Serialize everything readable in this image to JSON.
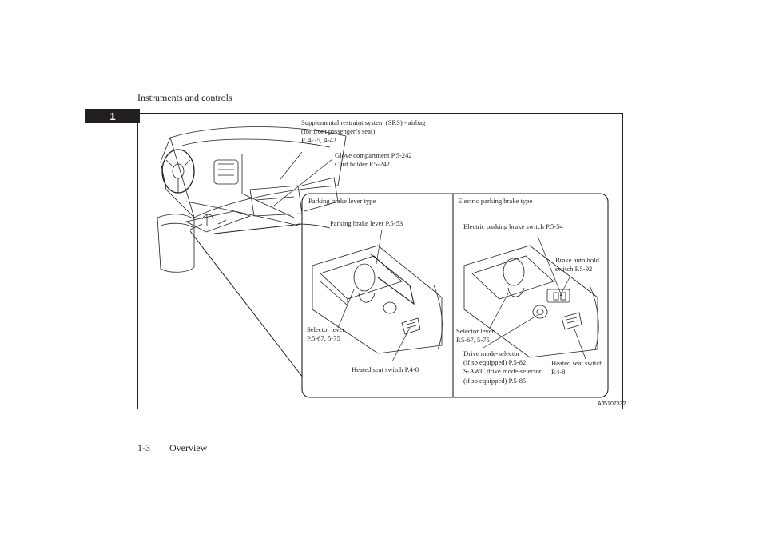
{
  "header": {
    "section_title": "Instruments and controls"
  },
  "chapter_tab": {
    "number": "1"
  },
  "figure": {
    "callouts": {
      "srs_airbag": "Supplemental restraint system (SRS) - airbag\n(for front passenger’s seat)\nP. 4-35, 4-42",
      "glove_compartment": "Glove compartment P.5-242\nCard holder P.5-242",
      "pb_lever_type": "Parking brake lever type",
      "pb_lever": "Parking brake lever P.5-53",
      "selector_left": "Selector lever\nP.5-67, 5-75",
      "heated_seat_left": "Heated seat switch P.4-8",
      "epb_type": "Electric parking brake type",
      "epb_switch": "Electric parking brake switch P.5-54",
      "brake_auto_hold": "Brake auto hold\nswitch P.5-92",
      "selector_right": "Selector lever\nP.5-67, 5-75",
      "drive_mode": "Drive mode-selector\n(if so equipped) P.5-82\nS-AWC drive mode-selector\n(if so equipped) P.5-85",
      "heated_seat_right": "Heated seat switch\nP.4-8"
    },
    "figure_id": "AJ5107332"
  },
  "footer": {
    "page_number": "1-3",
    "section": "Overview"
  }
}
